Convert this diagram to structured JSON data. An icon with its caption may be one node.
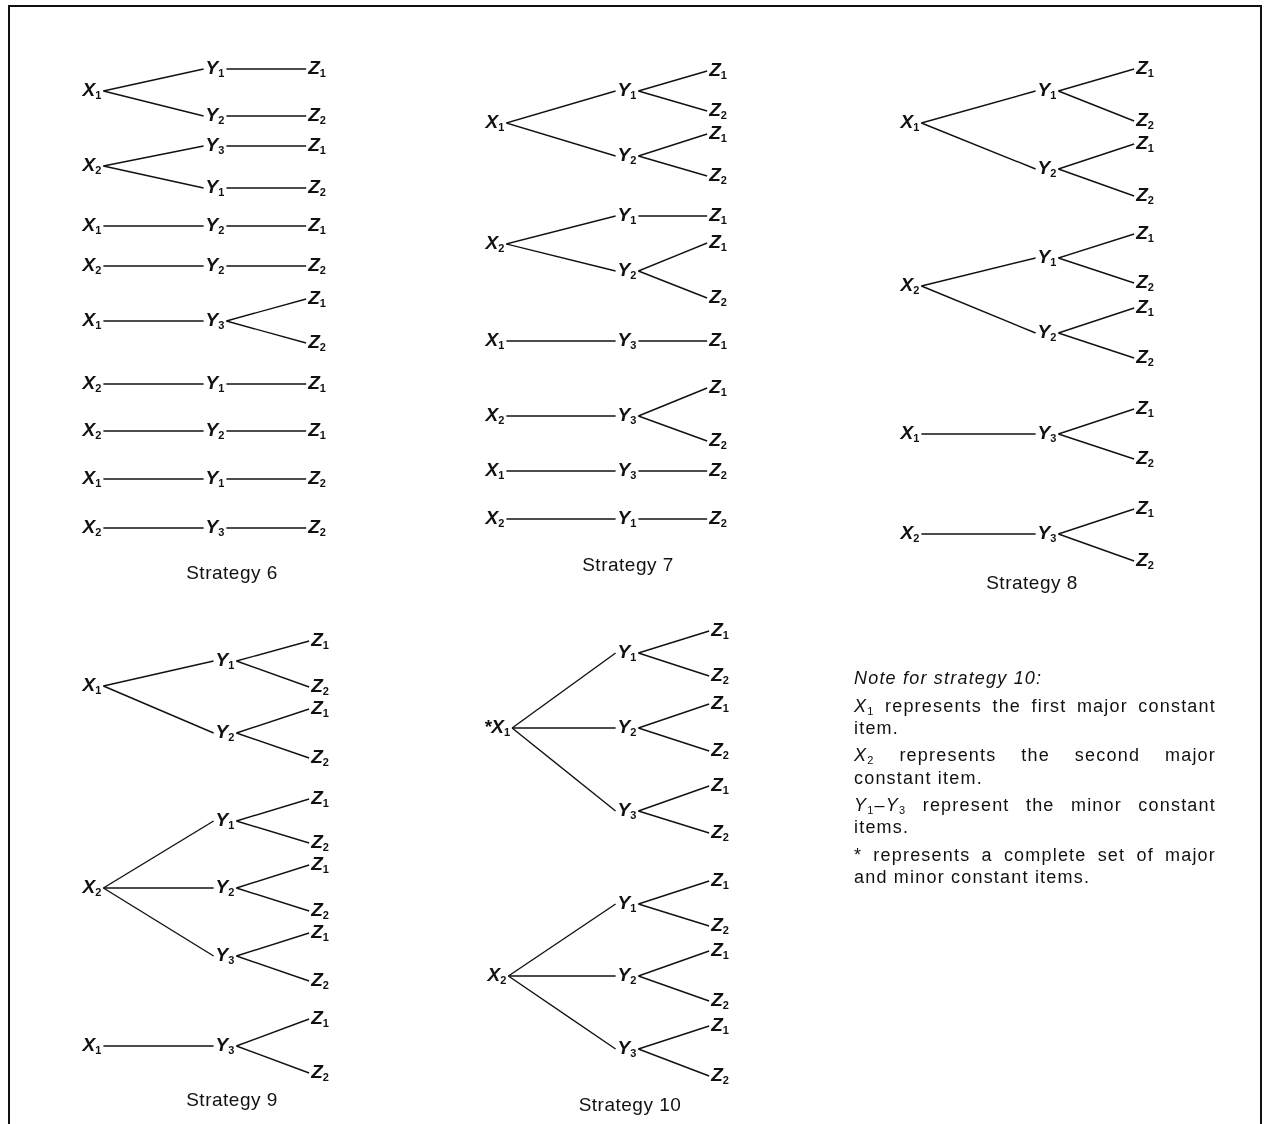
{
  "diagram": {
    "nodes": [
      {
        "text": [
          "X$_{1}$"
        ]
      },
      {
        "text": [
          "Y$_{1}$"
        ]
      },
      {
        "text": [
          "Z$_{1}$"
        ]
      },
      {
        "text": [
          "Y$_{2}$"
        ]
      },
      {
        "text": [
          "Z$_{2}$"
        ]
      },
      {
        "text": [
          "X$_{2}$"
        ]
      },
      {
        "text": [
          "Y$_{3}$"
        ]
      },
      {
        "text": [
          "Z$_{1}$"
        ]
      },
      {
        "text": [
          "Y$_{1}$"
        ]
      },
      {
        "text": [
          "Z$_{2}$"
        ]
      },
      {
        "text": [
          "X$_{1}$"
        ]
      },
      {
        "text": [
          "Y$_{2}$"
        ]
      },
      {
        "text": [
          "Z$_{1}$"
        ]
      },
      {
        "text": [
          "X$_{2}$"
        ]
      },
      {
        "text": [
          "Y$_{2}$"
        ]
      },
      {
        "text": [
          "Z$_{2}$"
        ]
      },
      {
        "text": [
          "X$_{1}$"
        ]
      },
      {
        "text": [
          "Y$_{3}$"
        ]
      },
      {
        "text": [
          "Z$_{1}$"
        ]
      },
      {
        "text": [
          "Z$_{2}$"
        ]
      },
      {
        "text": [
          "X$_{2}$"
        ]
      },
      {
        "text": [
          "Y$_{1}$"
        ]
      },
      {
        "text": [
          "Z$_{1}$"
        ]
      },
      {
        "text": [
          "X$_{2}$"
        ]
      },
      {
        "text": [
          "Y$_{2}$"
        ]
      },
      {
        "text": [
          "Z$_{1}$"
        ]
      },
      {
        "text": [
          "X$_{1}$"
        ]
      },
      {
        "text": [
          "Y$_{1}$"
        ]
      },
      {
        "text": [
          "Z$_{2}$"
        ]
      },
      {
        "text": [
          "X$_{2}$"
        ]
      },
      {
        "text": [
          "Y$_{3}$"
        ]
      },
      {
        "text": [
          "Z$_{2}$"
        ]
      },
      {
        "text": [
          "X$_{1}$"
        ]
      },
      {
        "text": [
          "Y$_{1}$"
        ]
      },
      {
        "text": [
          "Z$_{1}$"
        ]
      },
      {
        "text": [
          "Z$_{2}$"
        ]
      },
      {
        "text": [
          "Y$_{2}$"
        ]
      },
      {
        "text": [
          "Z$_{1}$"
        ]
      },
      {
        "text": [
          "Z$_{2}$"
        ]
      },
      {
        "text": [
          "X$_{2}$"
        ]
      },
      {
        "text": [
          "Y$_{1}$"
        ]
      },
      {
        "text": [
          "Z$_{1}$"
        ]
      },
      {
        "text": [
          "Y$_{2}$"
        ]
      },
      {
        "text": [
          "Z$_{1}$"
        ]
      },
      {
        "text": [
          "Z$_{2}$"
        ]
      },
      {
        "text": [
          "X$_{1}$"
        ]
      },
      {
        "text": [
          "Y$_{3}$"
        ]
      },
      {
        "text": [
          "Z$_{1}$"
        ]
      },
      {
        "text": [
          "X$_{2}$"
        ]
      },
      {
        "text": [
          "Y$_{3}$"
        ]
      },
      {
        "text": [
          "Z$_{1}$"
        ]
      },
      {
        "text": [
          "Z$_{2}$"
        ]
      },
      {
        "text": [
          "X$_{1}$"
        ]
      },
      {
        "text": [
          "Y$_{3}$"
        ]
      },
      {
        "text": [
          "Z$_{2}$"
        ]
      },
      {
        "text": [
          "X$_{2}$"
        ]
      },
      {
        "text": [
          "Y$_{1}$"
        ]
      },
      {
        "text": [
          "Z$_{2}$"
        ]
      },
      {
        "text": [
          "X$_{1}$"
        ]
      },
      {
        "text": [
          "Y$_{1}$"
        ]
      },
      {
        "text": [
          "Z$_{1}$"
        ]
      },
      {
        "text": [
          "Z$_{2}$"
        ]
      },
      {
        "text": [
          "Y$_{2}$"
        ]
      },
      {
        "text": [
          "Z$_{1}$"
        ]
      },
      {
        "text": [
          "Z$_{2}$"
        ]
      },
      {
        "text": [
          "X$_{2}$"
        ]
      },
      {
        "text": [
          "Y$_{1}$"
        ]
      },
      {
        "text": [
          "Z$_{1}$"
        ]
      },
      {
        "text": [
          "Z$_{2}$"
        ]
      },
      {
        "text": [
          "Y$_{2}$"
        ]
      },
      {
        "text": [
          "Z$_{1}$"
        ]
      },
      {
        "text": [
          "Z$_{2}$"
        ]
      },
      {
        "text": [
          "X$_{1}$"
        ]
      },
      {
        "text": [
          "Y$_{3}$"
        ]
      },
      {
        "text": [
          "Z$_{1}$"
        ]
      },
      {
        "text": [
          "Z$_{2}$"
        ]
      },
      {
        "text": [
          "X$_{2}$"
        ]
      },
      {
        "text": [
          "Y$_{3}$"
        ]
      },
      {
        "text": [
          "Z$_{1}$"
        ]
      },
      {
        "text": [
          "Z$_{2}$"
        ]
      },
      {
        "text": [
          "X$_{1}$"
        ]
      },
      {
        "text": [
          "Y$_{1}$"
        ]
      },
      {
        "text": [
          "Z$_{1}$"
        ]
      },
      {
        "text": [
          "Z$_{2}$"
        ]
      },
      {
        "text": [
          "Y$_{2}$"
        ]
      },
      {
        "text": [
          "Z$_{1}$"
        ]
      },
      {
        "text": [
          "Z$_{2}$"
        ]
      },
      {
        "text": [
          "X$_{2}$"
        ]
      },
      {
        "text": [
          "Y$_{1}$"
        ]
      },
      {
        "text": [
          "Z$_{1}$"
        ]
      },
      {
        "text": [
          "Z$_{2}$"
        ]
      },
      {
        "text": [
          "Y$_{2}$"
        ]
      },
      {
        "text": [
          "Z$_{1}$"
        ]
      },
      {
        "text": [
          "Z$_{2}$"
        ]
      },
      {
        "text": [
          "Y$_{3}$"
        ]
      },
      {
        "text": [
          "Z$_{1}$"
        ]
      },
      {
        "text": [
          "Z$_{2}$"
        ]
      },
      {
        "text": [
          "X$_{1}$"
        ]
      },
      {
        "text": [
          "Y$_{3}$"
        ]
      },
      {
        "text": [
          "Z$_{1}$"
        ]
      },
      {
        "text": [
          "Z$_{2}$"
        ]
      },
      {
        "text": [
          "*X$_{1}$"
        ]
      },
      {
        "text": [
          "Y$_{1}$"
        ]
      },
      {
        "text": [
          "Z$_{1}$"
        ]
      },
      {
        "text": [
          "Z$_{2}$"
        ]
      },
      {
        "text": [
          "Y$_{2}$"
        ]
      },
      {
        "text": [
          "Z$_{1}$"
        ]
      },
      {
        "text": [
          "Z$_{2}$"
        ]
      },
      {
        "text": [
          "Y$_{3}$"
        ]
      },
      {
        "text": [
          "Z$_{1}$"
        ]
      },
      {
        "text": [
          "Z$_{2}$"
        ]
      },
      {
        "text": [
          "X$_{2}$"
        ]
      },
      {
        "text": [
          "Y$_{1}$"
        ]
      },
      {
        "text": [
          "Z$_{1}$"
        ]
      },
      {
        "text": [
          "Z$_{2}$"
        ]
      },
      {
        "text": [
          "Y$_{2}$"
        ]
      },
      {
        "text": [
          "Z$_{1}$"
        ]
      },
      {
        "text": [
          "Z$_{2}$"
        ]
      },
      {
        "text": [
          "Y$_{3}$"
        ]
      },
      {
        "text": [
          "Z$_{1}$"
        ]
      },
      {
        "text": [
          "Z$_{2}$"
        ]
      }
    ],
    "edges": [
      {
        "from": 0,
        "to": 1,
        "arrow": "none"
      },
      {
        "from": 1,
        "to": 2,
        "arrow": "none"
      },
      {
        "from": 0,
        "to": 3,
        "arrow": "none"
      },
      {
        "from": 3,
        "to": 4,
        "arrow": "none"
      },
      {
        "from": 5,
        "to": 6,
        "arrow": "none"
      },
      {
        "from": 6,
        "to": 7,
        "arrow": "none"
      },
      {
        "from": 5,
        "to": 8,
        "arrow": "none"
      },
      {
        "from": 8,
        "to": 9,
        "arrow": "none"
      },
      {
        "from": 10,
        "to": 11,
        "arrow": "none"
      },
      {
        "from": 11,
        "to": 12,
        "arrow": "none"
      },
      {
        "from": 13,
        "to": 14,
        "arrow": "none"
      },
      {
        "from": 14,
        "to": 15,
        "arrow": "none"
      },
      {
        "from": 16,
        "to": 17,
        "arrow": "none"
      },
      {
        "from": 17,
        "to": 18,
        "arrow": "none"
      },
      {
        "from": 17,
        "to": 19,
        "arrow": "none"
      },
      {
        "from": 20,
        "to": 21,
        "arrow": "none"
      },
      {
        "from": 21,
        "to": 22,
        "arrow": "none"
      },
      {
        "from": 23,
        "to": 24,
        "arrow": "none"
      },
      {
        "from": 24,
        "to": 25,
        "arrow": "none"
      },
      {
        "from": 26,
        "to": 27,
        "arrow": "none"
      },
      {
        "from": 27,
        "to": 28,
        "arrow": "none"
      },
      {
        "from": 29,
        "to": 30,
        "arrow": "none"
      },
      {
        "from": 30,
        "to": 31,
        "arrow": "none"
      },
      {
        "from": 32,
        "to": 33,
        "arrow": "none"
      },
      {
        "from": 33,
        "to": 34,
        "arrow": "none"
      },
      {
        "from": 33,
        "to": 35,
        "arrow": "none"
      },
      {
        "from": 32,
        "to": 36,
        "arrow": "none"
      },
      {
        "from": 36,
        "to": 37,
        "arrow": "none"
      },
      {
        "from": 36,
        "to": 38,
        "arrow": "none"
      },
      {
        "from": 39,
        "to": 40,
        "arrow": "none"
      },
      {
        "from": 40,
        "to": 41,
        "arrow": "none"
      },
      {
        "from": 39,
        "to": 42,
        "arrow": "none"
      },
      {
        "from": 42,
        "to": 43,
        "arrow": "none"
      },
      {
        "from": 42,
        "to": 44,
        "arrow": "none"
      },
      {
        "from": 45,
        "to": 46,
        "arrow": "none"
      },
      {
        "from": 46,
        "to": 47,
        "arrow": "none"
      },
      {
        "from": 48,
        "to": 49,
        "arrow": "none"
      },
      {
        "from": 49,
        "to": 50,
        "arrow": "none"
      },
      {
        "from": 49,
        "to": 51,
        "arrow": "none"
      },
      {
        "from": 52,
        "to": 53,
        "arrow": "none"
      },
      {
        "from": 53,
        "to": 54,
        "arrow": "none"
      },
      {
        "from": 55,
        "to": 56,
        "arrow": "none"
      },
      {
        "from": 56,
        "to": 57,
        "arrow": "none"
      },
      {
        "from": 58,
        "to": 59,
        "arrow": "none"
      },
      {
        "from": 59,
        "to": 60,
        "arrow": "none"
      },
      {
        "from": 59,
        "to": 61,
        "arrow": "none"
      },
      {
        "from": 58,
        "to": 62,
        "arrow": "none"
      },
      {
        "from": 62,
        "to": 63,
        "arrow": "none"
      },
      {
        "from": 62,
        "to": 64,
        "arrow": "none"
      },
      {
        "from": 65,
        "to": 66,
        "arrow": "none"
      },
      {
        "from": 66,
        "to": 67,
        "arrow": "none"
      },
      {
        "from": 66,
        "to": 68,
        "arrow": "none"
      },
      {
        "from": 65,
        "to": 69,
        "arrow": "none"
      },
      {
        "from": 69,
        "to": 70,
        "arrow": "none"
      },
      {
        "from": 69,
        "to": 71,
        "arrow": "none"
      },
      {
        "from": 72,
        "to": 73,
        "arrow": "none"
      },
      {
        "from": 73,
        "to": 74,
        "arrow": "none"
      },
      {
        "from": 73,
        "to": 75,
        "arrow": "none"
      },
      {
        "from": 76,
        "to": 77,
        "arrow": "none"
      },
      {
        "from": 77,
        "to": 78,
        "arrow": "none"
      },
      {
        "from": 77,
        "to": 79,
        "arrow": "none"
      },
      {
        "from": 80,
        "to": 81,
        "arrow": "none"
      },
      {
        "from": 81,
        "to": 82,
        "arrow": "none"
      },
      {
        "from": 81,
        "to": 83,
        "arrow": "none"
      },
      {
        "from": 80,
        "to": 84,
        "arrow": "none"
      },
      {
        "from": 84,
        "to": 85,
        "arrow": "none"
      },
      {
        "from": 84,
        "to": 86,
        "arrow": "none"
      },
      {
        "from": 87,
        "to": 88,
        "arrow": "none"
      },
      {
        "from": 88,
        "to": 89,
        "arrow": "none"
      },
      {
        "from": 88,
        "to": 90,
        "arrow": "none"
      },
      {
        "from": 87,
        "to": 91,
        "arrow": "none"
      },
      {
        "from": 91,
        "to": 92,
        "arrow": "none"
      },
      {
        "from": 91,
        "to": 93,
        "arrow": "none"
      },
      {
        "from": 87,
        "to": 94,
        "arrow": "none"
      },
      {
        "from": 94,
        "to": 95,
        "arrow": "none"
      },
      {
        "from": 94,
        "to": 96,
        "arrow": "none"
      },
      {
        "from": 97,
        "to": 98,
        "arrow": "none"
      },
      {
        "from": 98,
        "to": 99,
        "arrow": "none"
      },
      {
        "from": 98,
        "to": 100,
        "arrow": "none"
      },
      {
        "from": 101,
        "to": 102,
        "arrow": "none"
      },
      {
        "from": 102,
        "to": 103,
        "arrow": "none"
      },
      {
        "from": 102,
        "to": 104,
        "arrow": "none"
      },
      {
        "from": 101,
        "to": 105,
        "arrow": "none"
      },
      {
        "from": 105,
        "to": 106,
        "arrow": "none"
      },
      {
        "from": 105,
        "to": 107,
        "arrow": "none"
      },
      {
        "from": 101,
        "to": 108,
        "arrow": "none"
      },
      {
        "from": 108,
        "to": 109,
        "arrow": "none"
      },
      {
        "from": 108,
        "to": 110,
        "arrow": "none"
      },
      {
        "from": 111,
        "to": 112,
        "arrow": "none"
      },
      {
        "from": 112,
        "to": 113,
        "arrow": "none"
      },
      {
        "from": 112,
        "to": 114,
        "arrow": "none"
      },
      {
        "from": 111,
        "to": 115,
        "arrow": "none"
      },
      {
        "from": 115,
        "to": 116,
        "arrow": "none"
      },
      {
        "from": 115,
        "to": 117,
        "arrow": "none"
      },
      {
        "from": 111,
        "to": 118,
        "arrow": "none"
      },
      {
        "from": 118,
        "to": 119,
        "arrow": "none"
      },
      {
        "from": 118,
        "to": 120,
        "arrow": "none"
      }
    ],
    "labels": [
      "Strategy 6",
      "Strategy 7",
      "Strategy 8",
      "Strategy 9",
      "Strategy 10",
      "Note for strategy 10:",
      "*X*$_{1}$ represents the first major constant item.",
      "*X*$_{2}$ represents the second major constant item.",
      "*Y*$_{1}$–*Y*$_{3}$ represent the minor constant items.",
      "* represents a complete set of major and minor constant items."
    ]
  }
}
